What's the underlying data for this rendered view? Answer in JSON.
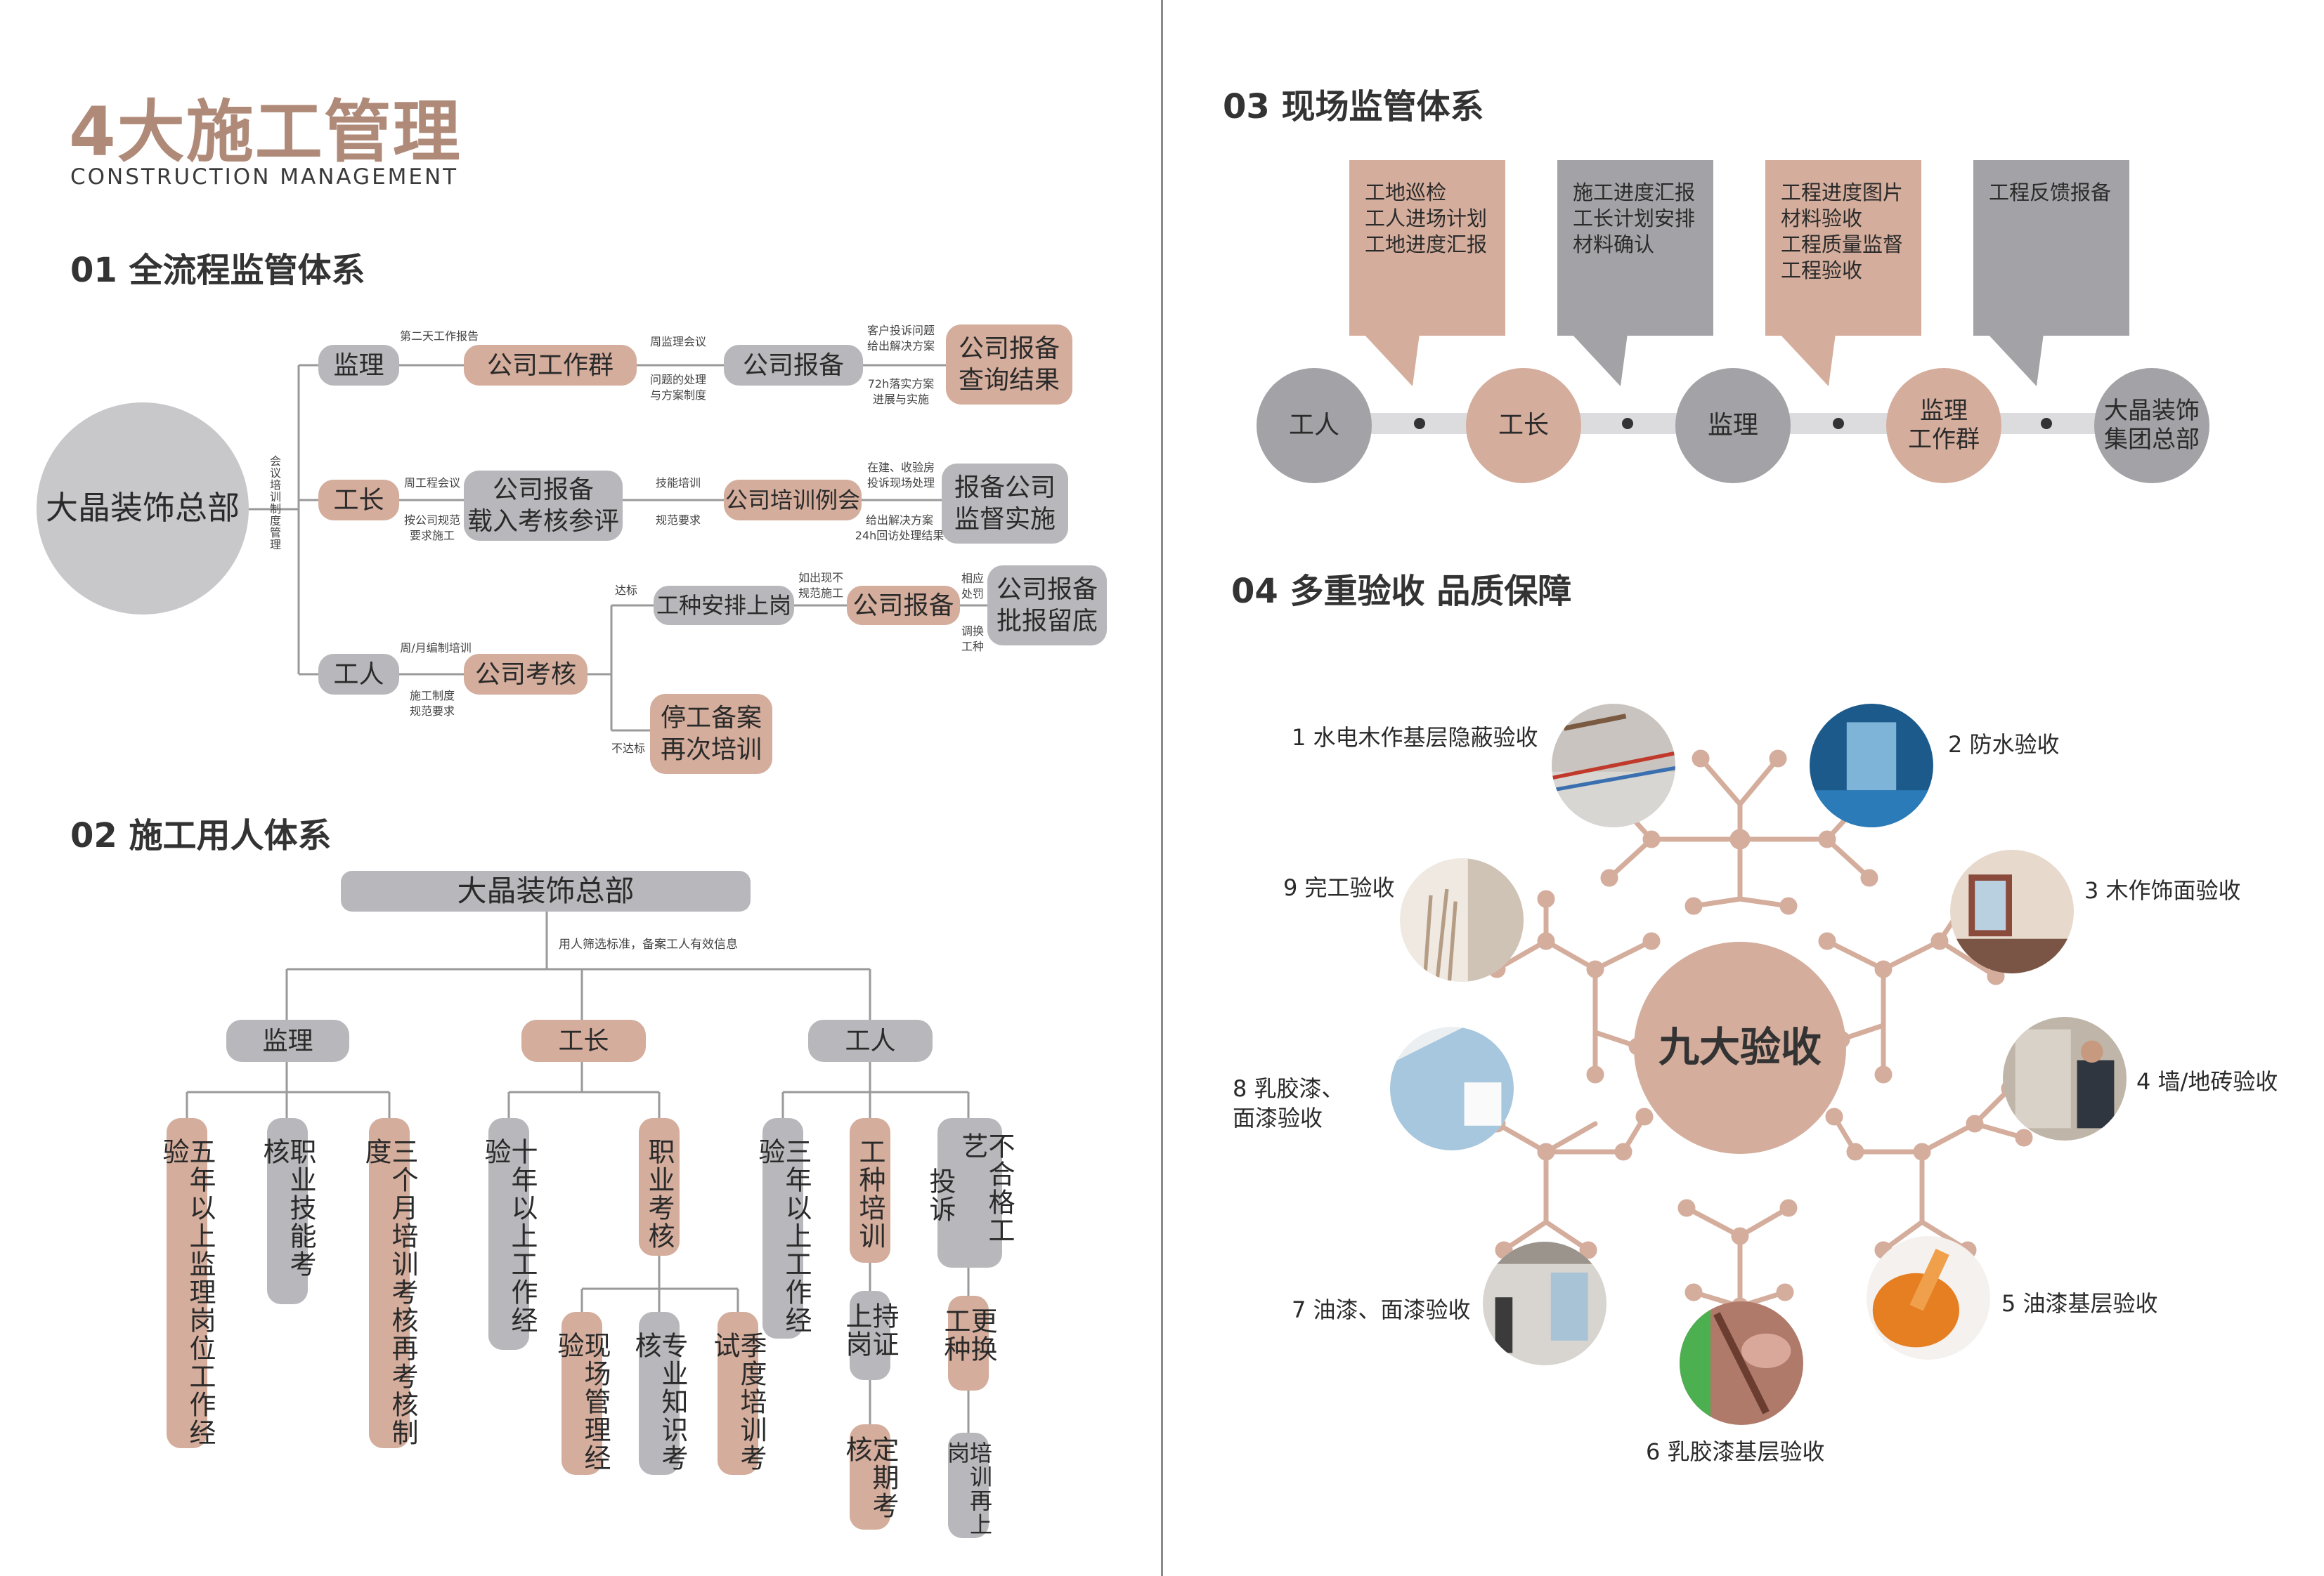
{
  "header": {
    "title": "4大施工管理",
    "subtitle": "CONSTRUCTION MANAGEMENT"
  },
  "s01": {
    "title": "01 全流程监管体系",
    "hq": "大晶装饰总部",
    "vertical_note": "会议培训制度管理",
    "row1": {
      "role": "监理",
      "note_top": "第二天工作报告",
      "b1": "公司工作群",
      "n2_top": "周监理会议",
      "n2_bot": "问题的处理\n与方案制度",
      "b2": "公司报备",
      "n3_top": "客户投诉问题\n给出解决方案",
      "n3_bot": "72h落实方案\n进展与实施",
      "b3": "公司报备\n查询结果"
    },
    "row2": {
      "role": "工长",
      "n1_top": "周工程会议",
      "n1_bot": "按公司规范\n要求施工",
      "b1": "公司报备\n载入考核参评",
      "n2_top": "技能培训",
      "n2_bot": "规范要求",
      "b2": "公司培训例会",
      "n3_top": "在建、收验房\n投诉现场处理",
      "n3_bot": "给出解决方案\n24h回访处理结果",
      "b3": "报备公司\n监督实施"
    },
    "row3": {
      "role": "工人",
      "n1_top": "周/月编制培训",
      "n1_bot": "施工制度\n规范要求",
      "b1": "公司考核",
      "pass": "达标",
      "fail": "不达标",
      "b2": "工种安排上岗",
      "n3": "如出现不\n规范施工",
      "b3": "公司报备",
      "n4_top": "相应\n处罚",
      "n4_bot": "调换\n工种",
      "b4": "公司报备\n批报留底",
      "b5": "停工备案\n再次培训"
    }
  },
  "s02": {
    "title": "02 施工用人体系",
    "hq": "大晶装饰总部",
    "note": "用人筛选标准，备案工人有效信息",
    "roles": [
      "监理",
      "工长",
      "工人"
    ],
    "jianli": [
      "五年以上监理岗位工作经验",
      "职业技能考核",
      "三个月培训考核再考核制度"
    ],
    "gongzhang": [
      "十年以上工作经验",
      "职业考核"
    ],
    "gongzhang_sub": [
      "现场管理经验",
      "专业知识考核",
      "季度培训考试"
    ],
    "gongren": [
      "三年以上工作经验",
      "工种培训",
      "投诉",
      "不合格工艺"
    ],
    "gongren_sub1": [
      "持证上岗",
      "定期考核"
    ],
    "gongren_sub2": [
      "更换工种",
      "培训再上岗"
    ]
  },
  "s03": {
    "title": "03 现场监管体系",
    "boxes": [
      "工地巡检\n工人进场计划\n工地进度汇报",
      "施工进度汇报\n工长计划安排\n材料确认",
      "工程进度图片\n材料验收\n工程质量监督\n工程验收",
      "工程反馈报备"
    ],
    "nodes": [
      "工人",
      "工长",
      "监理",
      "监理\n工作群",
      "大晶装饰\n集团总部"
    ]
  },
  "s04": {
    "title": "04 多重验收 品质保障",
    "center": "九大验收",
    "items": [
      "1 水电木作基层隐蔽验收",
      "2 防水验收",
      "3 木作饰面验收",
      "4 墙/地砖验收",
      "5 油漆基层验收",
      "6 乳胶漆基层验收",
      "7 油漆、面漆验收",
      "8 乳胶漆、\n面漆验收",
      "9 完工验收"
    ]
  },
  "colors": {
    "pink": "#d4ad9c",
    "gray": "#b8b8bc",
    "title_brown": "#b08a78",
    "dark_gray": "#9a9a9e"
  }
}
